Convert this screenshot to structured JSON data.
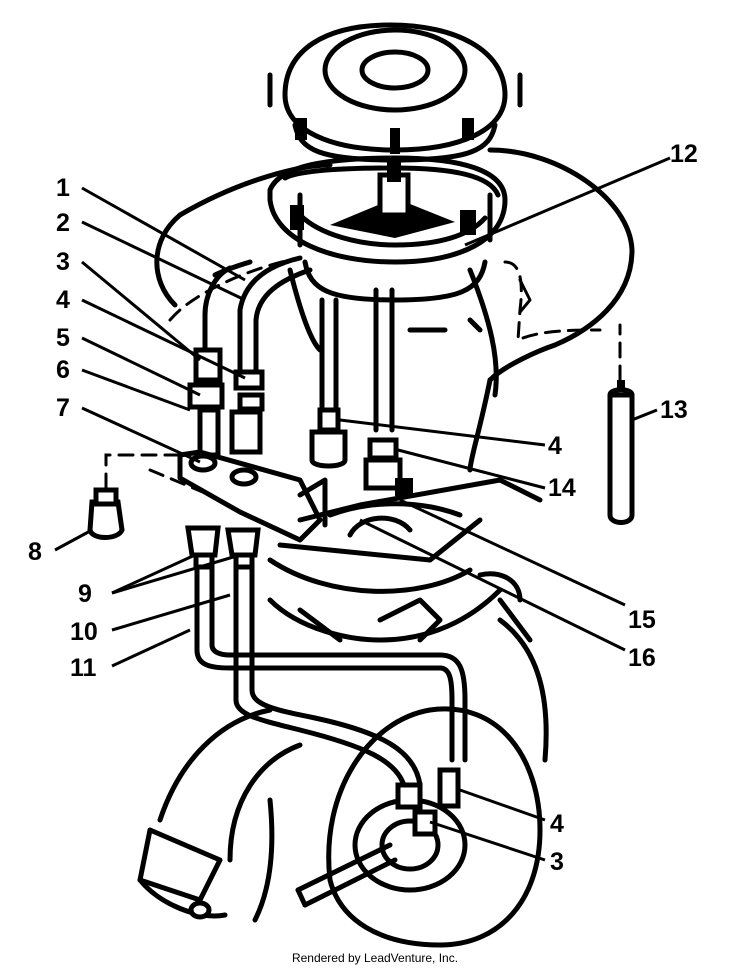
{
  "callouts": [
    {
      "id": "c1",
      "text": "1"
    },
    {
      "id": "c2",
      "text": "2"
    },
    {
      "id": "c3a",
      "text": "3"
    },
    {
      "id": "c4a",
      "text": "4"
    },
    {
      "id": "c5",
      "text": "5"
    },
    {
      "id": "c6",
      "text": "6"
    },
    {
      "id": "c7",
      "text": "7"
    },
    {
      "id": "c8",
      "text": "8"
    },
    {
      "id": "c9",
      "text": "9"
    },
    {
      "id": "c10",
      "text": "10"
    },
    {
      "id": "c11",
      "text": "11"
    },
    {
      "id": "c12",
      "text": "12"
    },
    {
      "id": "c13",
      "text": "13"
    },
    {
      "id": "c4b",
      "text": "4"
    },
    {
      "id": "c14",
      "text": "14"
    },
    {
      "id": "c15",
      "text": "15"
    },
    {
      "id": "c16",
      "text": "16"
    },
    {
      "id": "c4c",
      "text": "4"
    },
    {
      "id": "c3b",
      "text": "3"
    }
  ],
  "footer": {
    "text": "Rendered by LeadVenture, Inc."
  }
}
